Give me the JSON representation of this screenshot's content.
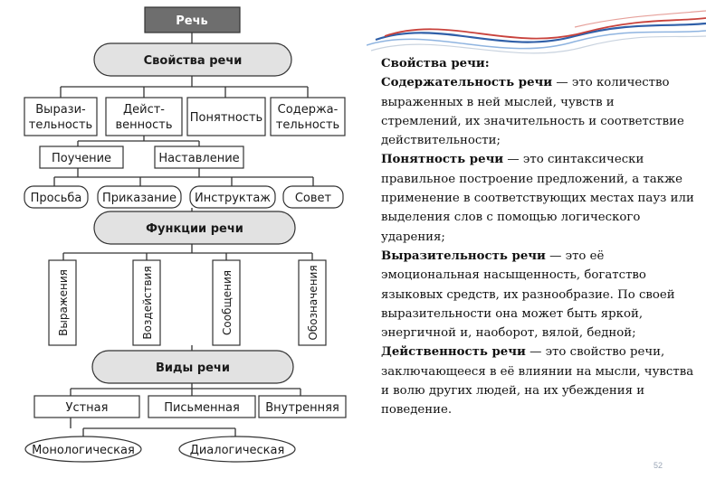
{
  "diagram": {
    "root": "Речь",
    "properties_header": "Свойства речи",
    "properties": [
      [
        "Вырази-",
        "тельность"
      ],
      [
        "Дейст-",
        "венность"
      ],
      [
        "Понятность"
      ],
      [
        "Содержа-",
        "тельность"
      ]
    ],
    "influence": [
      "Поучение",
      "Наставление"
    ],
    "influence_types": [
      "Просьба",
      "Приказание",
      "Инструктаж",
      "Совет"
    ],
    "functions_header": "Функции речи",
    "functions": [
      "Выражения",
      "Воздействия",
      "Сообщения",
      "Обозначения"
    ],
    "types_header": "Виды речи",
    "types": [
      "Устная",
      "Письменная",
      "Внутренняя"
    ],
    "oral_types": [
      "Монологическая",
      "Диалогическая"
    ]
  },
  "text_panel": {
    "heading": "Свойства речи:",
    "items": [
      {
        "term": "Содержательность речи",
        "definition": " — это количество выраженных в ней мыслей, чувств и стремлений, их значительность и соответствие действительности;"
      },
      {
        "term": "Понятность речи",
        "definition": " — это синтаксически правильное построение предложений, а также применение в соответствующих местах пауз или выделения слов с помощью логического ударения;"
      },
      {
        "term": "Выразительность речи",
        "definition": " — это её эмоциональная насыщенность, богатство языковых средств, их разнообразие. По своей выразительности она может быть яркой, энергичной и, наоборот, вялой, бедной;"
      },
      {
        "term": "Действенность речи",
        "definition": " — это свойство речи, заключающееся в её влиянии на мысли, чувства и волю других людей, на их убеждения и поведение."
      }
    ]
  },
  "slide_number": "52",
  "colors": {
    "box_fill": "#ffffff",
    "header_fill": "#e2e2e2",
    "root_fill": "#6e6e6e",
    "stroke": "#333333",
    "wave_blue": "#2f5fa8",
    "wave_red": "#c8423c"
  }
}
